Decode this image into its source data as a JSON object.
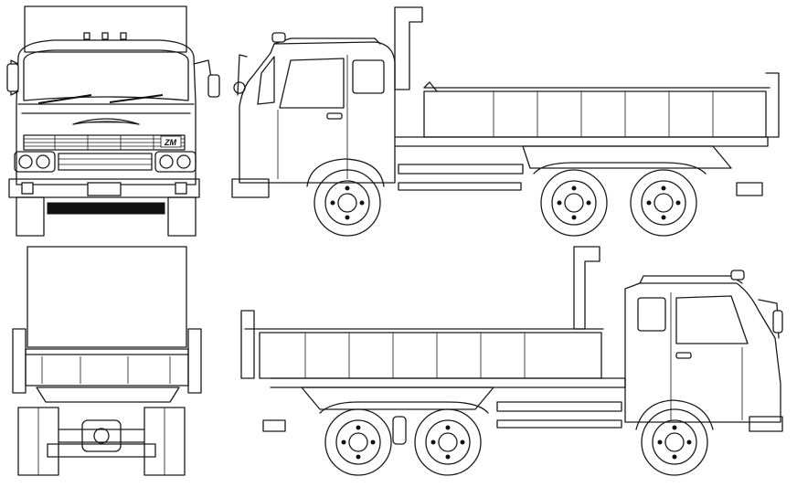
{
  "drawing": {
    "badge_text": "ZM",
    "views": [
      "front-view",
      "side-view-left",
      "rear-view",
      "side-view-right"
    ],
    "ink_color": "#1a1a1a",
    "paper_color": "#ffffff"
  }
}
